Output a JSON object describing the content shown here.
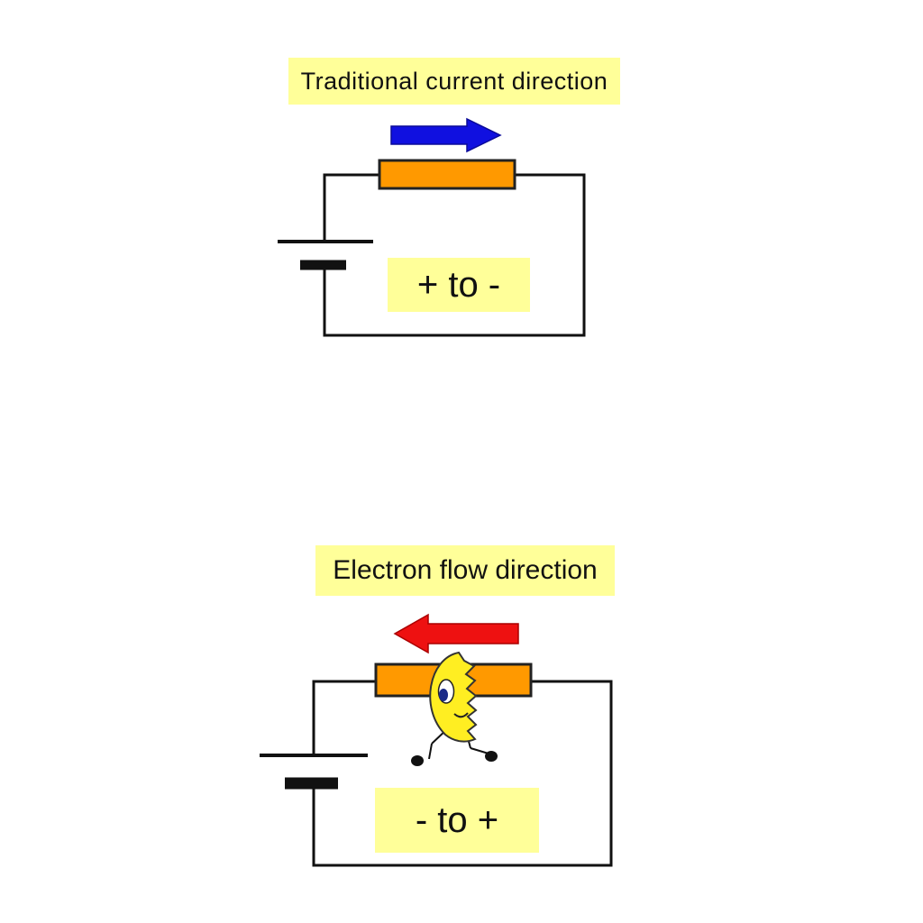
{
  "top_circuit": {
    "title": "Traditional current direction",
    "direction_text": "+ to -",
    "arrow_color": "#1010e0",
    "arrow_icon": "arrow-right-icon"
  },
  "bottom_circuit": {
    "title": "Electron flow direction",
    "direction_text": "- to +",
    "arrow_color": "#ee1111",
    "arrow_icon": "arrow-left-icon",
    "character_icon": "electron-character-icon"
  },
  "colors": {
    "label_background": "#ffff99",
    "resistor": "#ff9900",
    "wire": "#111111",
    "electron_body": "#ffee22"
  }
}
